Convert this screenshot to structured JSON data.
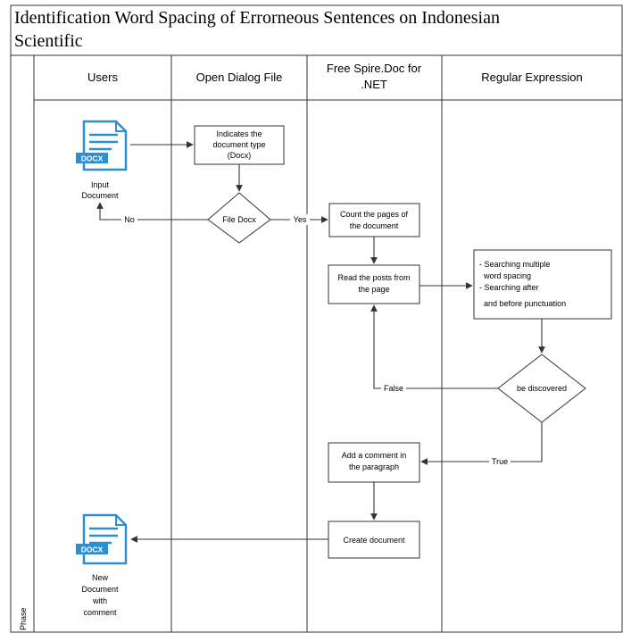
{
  "diagram": {
    "title_lines": [
      "Identification Word Spacing of Errorneous Sentences on Indonesian",
      "Scientific"
    ],
    "phase_label": "Phase",
    "lanes": [
      {
        "id": "users",
        "label_lines": [
          "Users"
        ]
      },
      {
        "id": "dialog",
        "label_lines": [
          "Open Dialog File"
        ]
      },
      {
        "id": "spire",
        "label_lines": [
          "Free Spire.Doc for",
          ".NET"
        ]
      },
      {
        "id": "regex",
        "label_lines": [
          "Regular Expression"
        ]
      }
    ],
    "docs": {
      "input": {
        "badge": "DOCX",
        "label_lines": [
          "Input",
          "Document"
        ]
      },
      "output": {
        "badge": "DOCX",
        "label_lines": [
          "New",
          "Document",
          "with",
          "comment"
        ]
      }
    },
    "nodes": {
      "doc_type": [
        "Indicates the",
        "document type",
        "(Docx)"
      ],
      "file_docx": [
        "File Docx"
      ],
      "count_pages": [
        "Count the pages of",
        "the document"
      ],
      "read_posts": [
        "Read the posts from",
        "the page"
      ],
      "searching": [
        "- Searching multiple",
        "  word spacing",
        "- Searching after",
        "  and before punctuation"
      ],
      "discovered": [
        "be discovered"
      ],
      "add_comment": [
        "Add a comment in",
        "the paragraph"
      ],
      "create_doc": [
        "Create document"
      ]
    },
    "edge_labels": {
      "no": "No",
      "yes": "Yes",
      "false": "False",
      "true": "True"
    },
    "colors": {
      "doc_icon": "#2E8FD0",
      "line": "#333333"
    }
  }
}
